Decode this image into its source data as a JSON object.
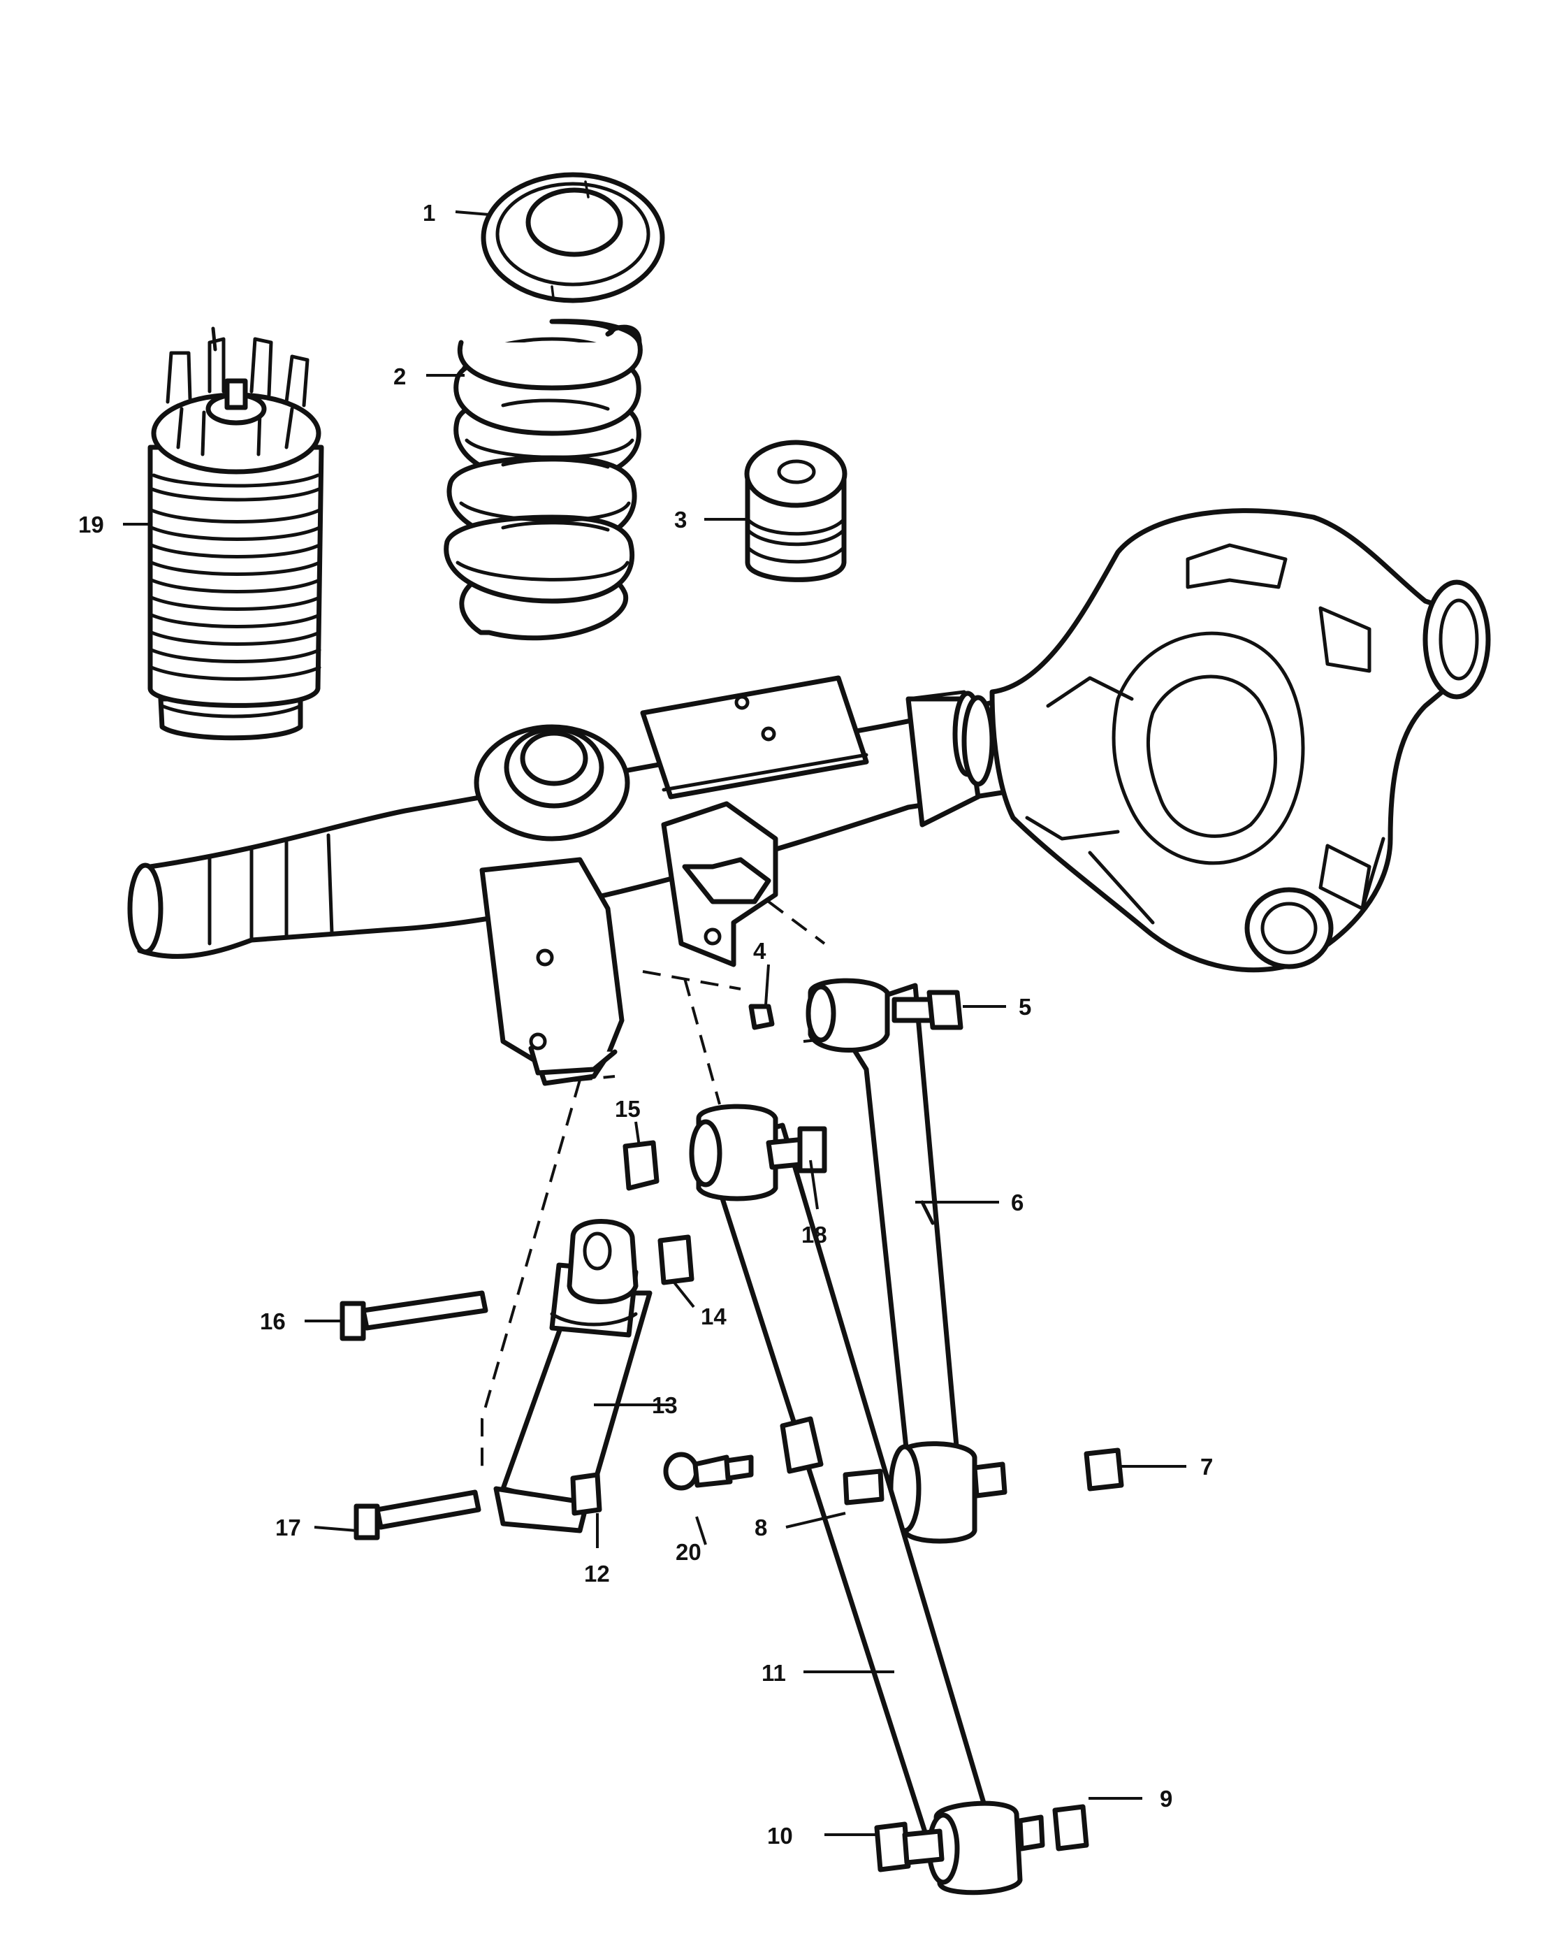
{
  "callouts": [
    {
      "id": "1",
      "text": "1"
    },
    {
      "id": "2",
      "text": "2"
    },
    {
      "id": "3",
      "text": "3"
    },
    {
      "id": "4",
      "text": "4"
    },
    {
      "id": "5",
      "text": "5"
    },
    {
      "id": "6",
      "text": "6"
    },
    {
      "id": "7",
      "text": "7"
    },
    {
      "id": "8",
      "text": "8"
    },
    {
      "id": "9",
      "text": "9"
    },
    {
      "id": "10",
      "text": "10"
    },
    {
      "id": "11",
      "text": "11"
    },
    {
      "id": "12",
      "text": "12"
    },
    {
      "id": "13",
      "text": "13"
    },
    {
      "id": "14",
      "text": "14"
    },
    {
      "id": "15",
      "text": "15"
    },
    {
      "id": "16",
      "text": "16"
    },
    {
      "id": "17",
      "text": "17"
    },
    {
      "id": "18",
      "text": "18"
    },
    {
      "id": "19",
      "text": "19"
    },
    {
      "id": "20",
      "text": "20"
    }
  ],
  "colors": {
    "line": "#111111",
    "background": "#ffffff"
  }
}
